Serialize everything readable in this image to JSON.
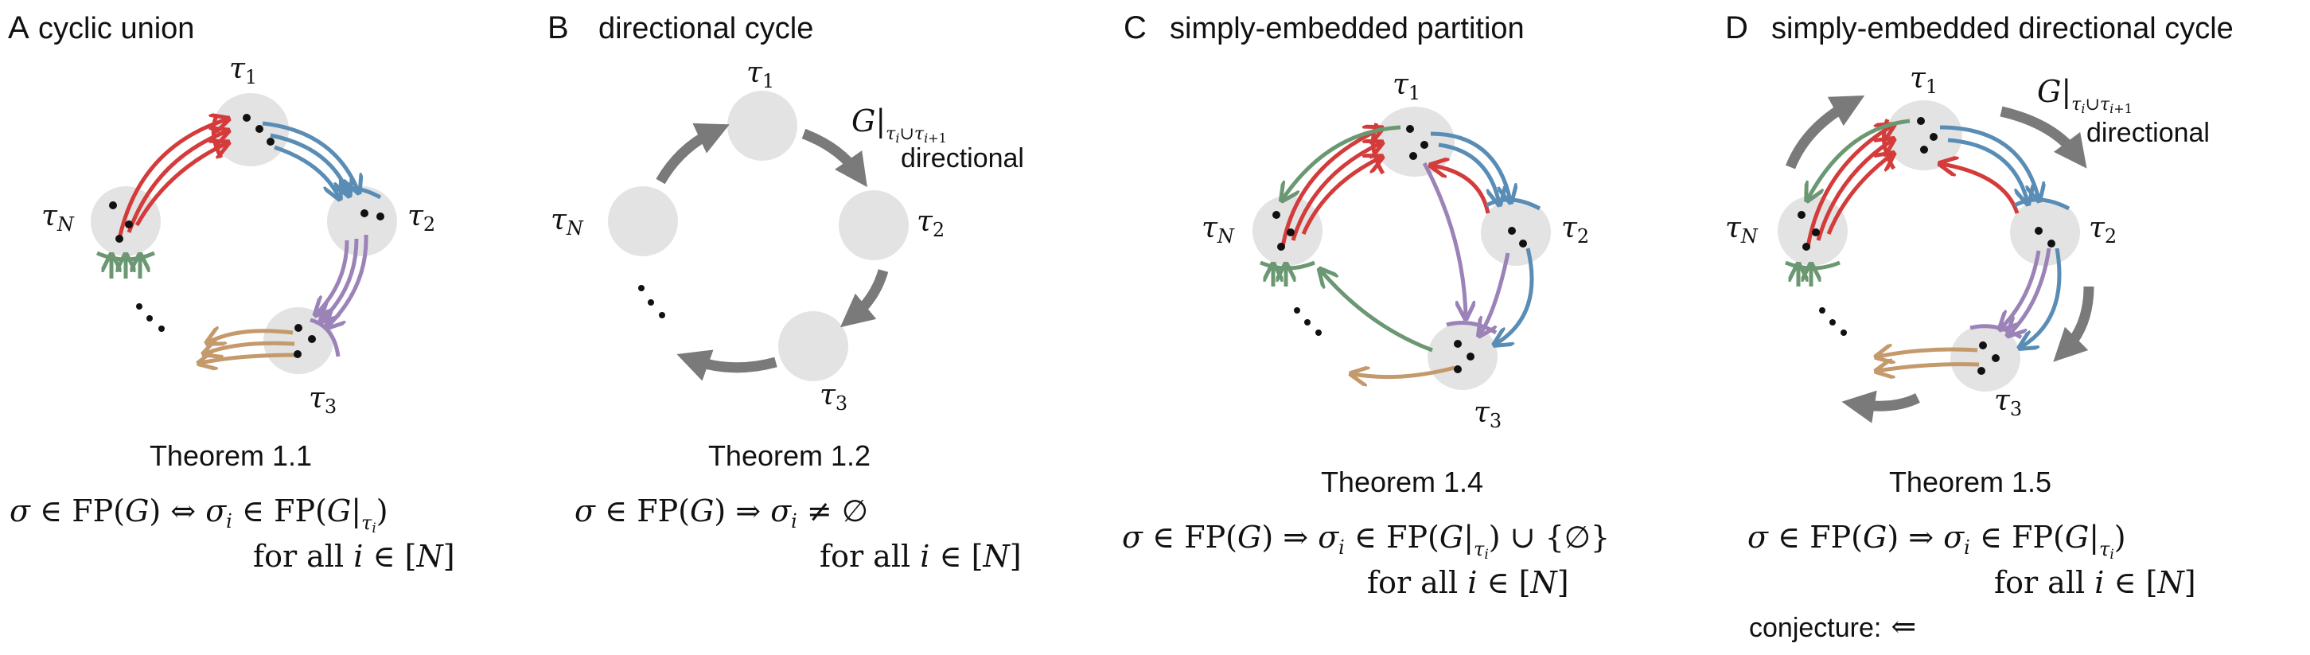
{
  "panels": [
    {
      "letter": "A",
      "title": "cyclic union",
      "theorem": "Theorem 1.1",
      "formula": "σ ∈ FP(G)  ⇔  σᵢ ∈ FP(G|τᵢ)",
      "formula2": "for all i ∈ [N]"
    },
    {
      "letter": "B",
      "title": "directional cycle",
      "theorem": "Theorem 1.2",
      "formula": "σ ∈ FP(G)  ⇒  σᵢ ≠ ∅",
      "formula2": "for all i ∈ [N]",
      "annotation": "directional",
      "annotation_math": "G|τᵢ∪τᵢ₊₁"
    },
    {
      "letter": "C",
      "title": "simply-embedded partition",
      "theorem": "Theorem 1.4",
      "formula": "σ ∈ FP(G)  ⇒  σᵢ ∈ FP(G|τᵢ) ∪ {∅}",
      "formula2": "for all i ∈ [N]"
    },
    {
      "letter": "D",
      "title": "simply-embedded directional cycle",
      "theorem": "Theorem 1.5",
      "formula": "σ ∈ FP(G)  ⇒  σᵢ ∈ FP(G|τᵢ)",
      "formula2": "for all i ∈ [N]",
      "formula3": "conjecture:  ⇐",
      "annotation": "directional",
      "annotation_math": "G|τᵢ∪τᵢ₊₁"
    }
  ],
  "node_labels": {
    "t1": "τ1",
    "t2": "τ2",
    "t3": "τ3",
    "tN": "τN"
  },
  "colors": {
    "red": "#d43b3b",
    "blue": "#5a8db5",
    "purple": "#9b83b8",
    "green": "#6b9872",
    "tan": "#c49a6c",
    "node": "#e3e3e3",
    "arrow_gray": "#7a7a7a"
  }
}
